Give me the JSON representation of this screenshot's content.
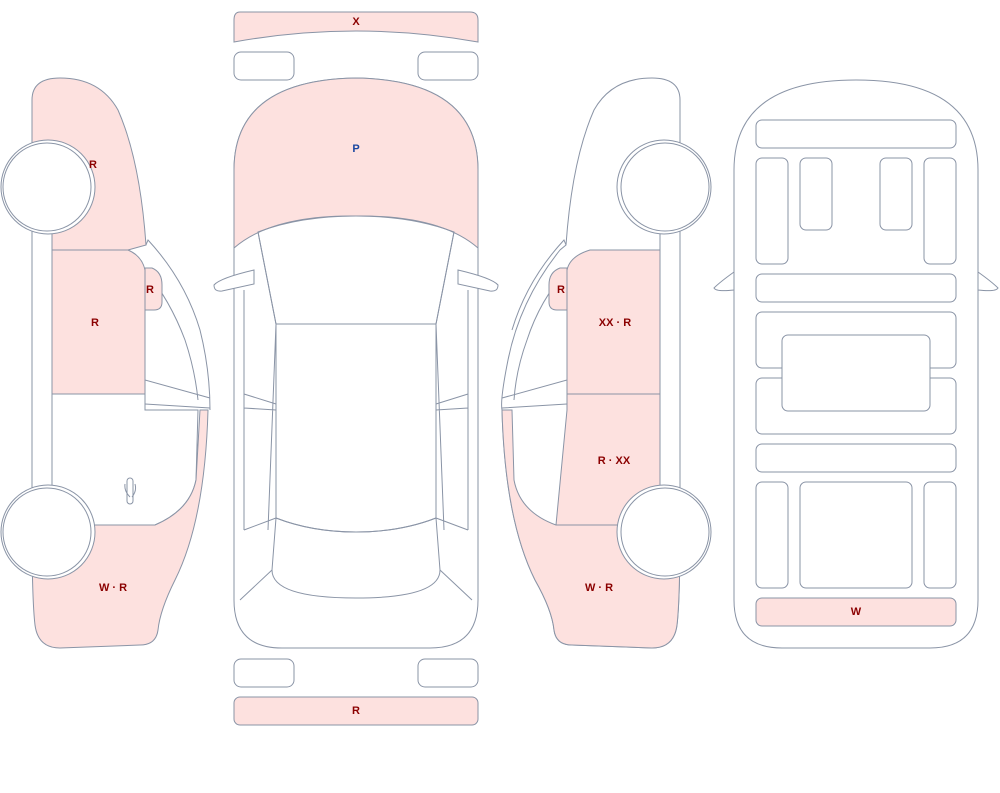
{
  "colors": {
    "outline": "#8a94a6",
    "damaged_fill": "#fde1df",
    "label_red": "#8b0000",
    "label_blue": "#1a47a0"
  },
  "labels": {
    "front_bumper": "X",
    "hood": "P",
    "rear_bumper": "R",
    "left_front_fender": "R",
    "left_mirror": "R",
    "left_front_door": "R",
    "left_rear_quarter": "W · R",
    "right_mirror": "R",
    "right_front_door": "XX · R",
    "right_rear_door": "R · XX",
    "right_rear_quarter": "W · R",
    "underbody_rear": "W"
  }
}
